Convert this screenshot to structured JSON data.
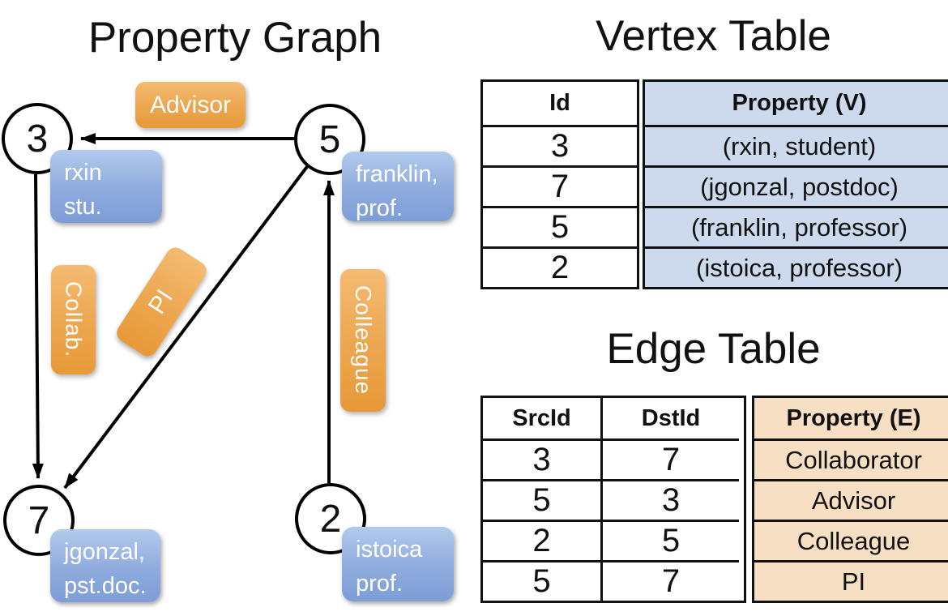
{
  "graph": {
    "title": "Property Graph",
    "nodes": [
      {
        "id": "3",
        "line1": "rxin",
        "line2": "stu."
      },
      {
        "id": "5",
        "line1": "franklin,",
        "line2": "prof."
      },
      {
        "id": "7",
        "line1": "jgonzal,",
        "line2": "pst.doc."
      },
      {
        "id": "2",
        "line1": "istoica",
        "line2": "prof."
      }
    ],
    "edge_labels": {
      "advisor": "Advisor",
      "collab": "Collab.",
      "pi": "PI",
      "colleague": "Colleague"
    },
    "edges": [
      {
        "from": "5",
        "to": "3",
        "label": "Advisor"
      },
      {
        "from": "3",
        "to": "7",
        "label": "Collab."
      },
      {
        "from": "5",
        "to": "7",
        "label": "PI"
      },
      {
        "from": "2",
        "to": "5",
        "label": "Colleague"
      }
    ]
  },
  "vertex_table": {
    "title": "Vertex Table",
    "columns": {
      "id": "Id",
      "property": "Property (V)"
    },
    "rows": [
      {
        "id": "3",
        "property": "(rxin, student)"
      },
      {
        "id": "7",
        "property": "(jgonzal, postdoc)"
      },
      {
        "id": "5",
        "property": "(franklin, professor)"
      },
      {
        "id": "2",
        "property": "(istoica, professor)"
      }
    ]
  },
  "edge_table": {
    "title": "Edge Table",
    "columns": {
      "src": "SrcId",
      "dst": "DstId",
      "property": "Property (E)"
    },
    "rows": [
      {
        "src": "3",
        "dst": "7",
        "property": "Collaborator"
      },
      {
        "src": "5",
        "dst": "3",
        "property": "Advisor"
      },
      {
        "src": "2",
        "dst": "5",
        "property": "Colleague"
      },
      {
        "src": "5",
        "dst": "7",
        "property": "PI"
      }
    ]
  },
  "colors": {
    "vertex_box_top": "#b2caec",
    "vertex_box_bottom": "#7d9dd6",
    "edge_box_top": "#f4bb72",
    "edge_box_bottom": "#e79938",
    "vertex_table_fill": "#cdd9ed",
    "edge_table_fill": "#f6dfc3",
    "line": "#000000"
  }
}
